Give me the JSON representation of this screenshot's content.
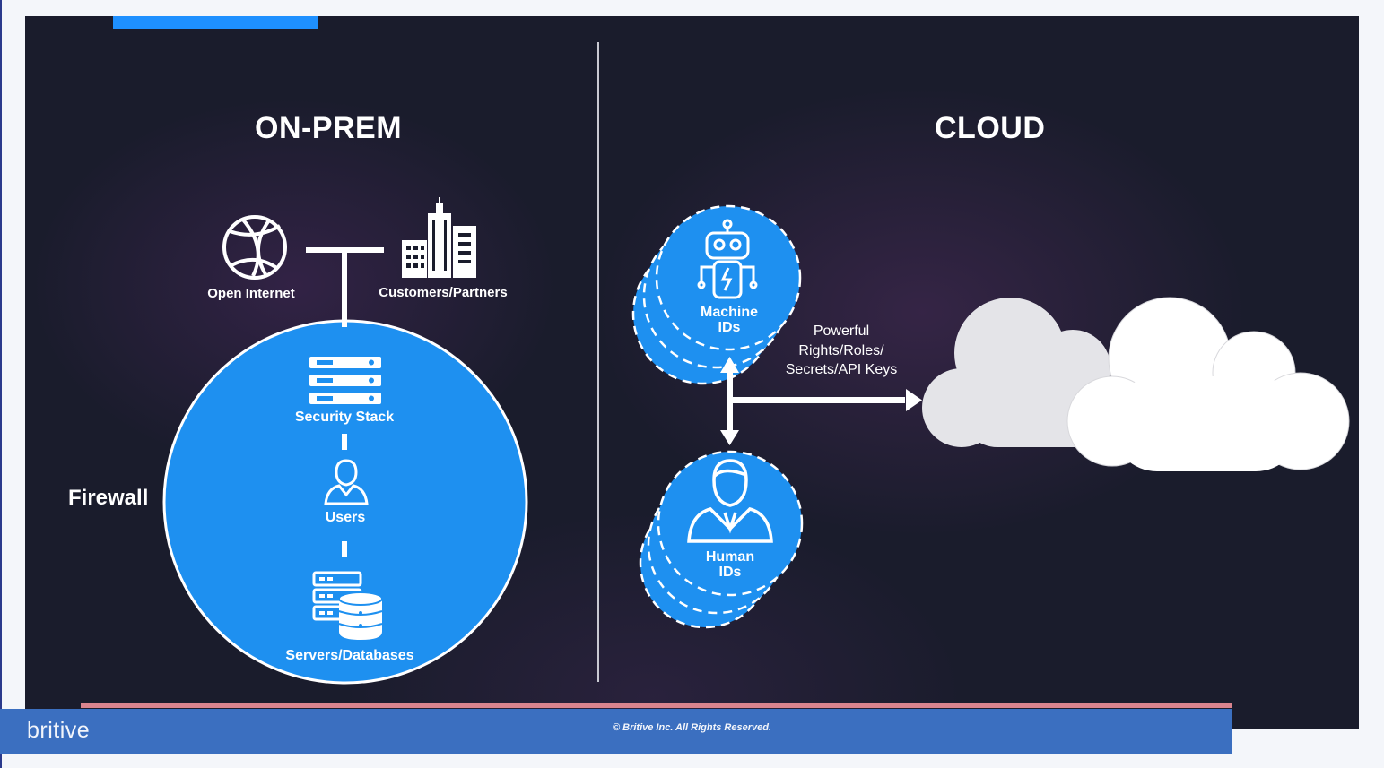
{
  "headings": {
    "on_prem": "ON-PREM",
    "cloud": "CLOUD"
  },
  "on_prem": {
    "open_internet": "Open Internet",
    "customers_partners": "Customers/Partners",
    "security_stack": "Security Stack",
    "users": "Users",
    "servers_databases": "Servers/Databases",
    "firewall": "Firewall"
  },
  "cloud": {
    "machine_ids": [
      "Machine",
      "IDs"
    ],
    "human_ids": [
      "Human",
      "IDs"
    ],
    "arrow_label": [
      "Powerful",
      "Rights/Roles/",
      "Secrets/API Keys"
    ]
  },
  "footer": {
    "logo": "britive",
    "copyright": "© Britive Inc. All Rights Reserved."
  },
  "colors": {
    "circle_blue": "#1e90f0",
    "background": "#1a1c2c",
    "footer_blue": "#3b6fc0",
    "footer_accent": "#d9848e"
  }
}
